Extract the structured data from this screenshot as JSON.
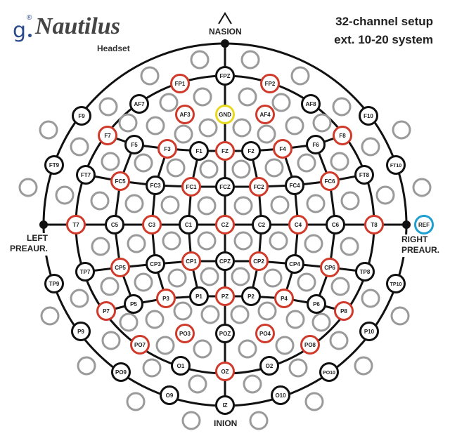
{
  "logo": {
    "prefix": "g",
    "registered": "®",
    "name": "Nautilus",
    "subtitle": "Headset"
  },
  "title": {
    "line1": "32-channel setup",
    "line2": "ext. 10-20 system"
  },
  "landmarks": {
    "nasion": "NASION",
    "inion": "INION",
    "left": [
      "LEFT",
      "PREAUR."
    ],
    "right": [
      "RIGHT",
      "PREAUR."
    ]
  },
  "colors": {
    "active": "#d03a2a",
    "passive": "#111111",
    "ground": "#e8d820",
    "reference": "#1e9fd0",
    "unused": "#9a9a9a"
  },
  "electrodes": [
    {
      "label": "FPZ",
      "type": "passive"
    },
    {
      "label": "FP1",
      "type": "active"
    },
    {
      "label": "FP2",
      "type": "active"
    },
    {
      "label": "AF7",
      "type": "passive"
    },
    {
      "label": "AF8",
      "type": "passive"
    },
    {
      "label": "AF3",
      "type": "active"
    },
    {
      "label": "AF4",
      "type": "active"
    },
    {
      "label": "GND",
      "type": "ground"
    },
    {
      "label": "F9",
      "type": "passive"
    },
    {
      "label": "F10",
      "type": "passive"
    },
    {
      "label": "F7",
      "type": "active"
    },
    {
      "label": "F8",
      "type": "active"
    },
    {
      "label": "F5",
      "type": "passive"
    },
    {
      "label": "F6",
      "type": "passive"
    },
    {
      "label": "F3",
      "type": "active"
    },
    {
      "label": "F4",
      "type": "active"
    },
    {
      "label": "F1",
      "type": "passive"
    },
    {
      "label": "F2",
      "type": "passive"
    },
    {
      "label": "FZ",
      "type": "active"
    },
    {
      "label": "FT9",
      "type": "passive"
    },
    {
      "label": "FT10",
      "type": "passive"
    },
    {
      "label": "FT7",
      "type": "passive"
    },
    {
      "label": "FT8",
      "type": "passive"
    },
    {
      "label": "FC5",
      "type": "active"
    },
    {
      "label": "FC6",
      "type": "active"
    },
    {
      "label": "FC3",
      "type": "passive"
    },
    {
      "label": "FC4",
      "type": "passive"
    },
    {
      "label": "FC1",
      "type": "active"
    },
    {
      "label": "FC2",
      "type": "active"
    },
    {
      "label": "FCZ",
      "type": "passive"
    },
    {
      "label": "T7",
      "type": "active"
    },
    {
      "label": "T8",
      "type": "active"
    },
    {
      "label": "C5",
      "type": "passive"
    },
    {
      "label": "C6",
      "type": "passive"
    },
    {
      "label": "C3",
      "type": "active"
    },
    {
      "label": "C4",
      "type": "active"
    },
    {
      "label": "C1",
      "type": "passive"
    },
    {
      "label": "C2",
      "type": "passive"
    },
    {
      "label": "CZ",
      "type": "active"
    },
    {
      "label": "REF",
      "type": "reference"
    },
    {
      "label": "TP7",
      "type": "passive"
    },
    {
      "label": "TP8",
      "type": "passive"
    },
    {
      "label": "CP5",
      "type": "active"
    },
    {
      "label": "CP6",
      "type": "active"
    },
    {
      "label": "CP3",
      "type": "passive"
    },
    {
      "label": "CP4",
      "type": "passive"
    },
    {
      "label": "CP1",
      "type": "active"
    },
    {
      "label": "CP2",
      "type": "active"
    },
    {
      "label": "CPZ",
      "type": "passive"
    },
    {
      "label": "TP9",
      "type": "passive"
    },
    {
      "label": "TP10",
      "type": "passive"
    },
    {
      "label": "P7",
      "type": "active"
    },
    {
      "label": "P8",
      "type": "active"
    },
    {
      "label": "P5",
      "type": "passive"
    },
    {
      "label": "P6",
      "type": "passive"
    },
    {
      "label": "P3",
      "type": "active"
    },
    {
      "label": "P4",
      "type": "active"
    },
    {
      "label": "P1",
      "type": "passive"
    },
    {
      "label": "P2",
      "type": "passive"
    },
    {
      "label": "PZ",
      "type": "active"
    },
    {
      "label": "P9",
      "type": "passive"
    },
    {
      "label": "P10",
      "type": "passive"
    },
    {
      "label": "PO7",
      "type": "active"
    },
    {
      "label": "PO8",
      "type": "active"
    },
    {
      "label": "PO3",
      "type": "active"
    },
    {
      "label": "PO4",
      "type": "active"
    },
    {
      "label": "POZ",
      "type": "passive"
    },
    {
      "label": "O1",
      "type": "passive"
    },
    {
      "label": "O2",
      "type": "passive"
    },
    {
      "label": "OZ",
      "type": "active"
    },
    {
      "label": "PO9",
      "type": "passive"
    },
    {
      "label": "PO10",
      "type": "passive"
    },
    {
      "label": "O9",
      "type": "passive"
    },
    {
      "label": "O10",
      "type": "passive"
    },
    {
      "label": "IZ",
      "type": "passive"
    }
  ]
}
